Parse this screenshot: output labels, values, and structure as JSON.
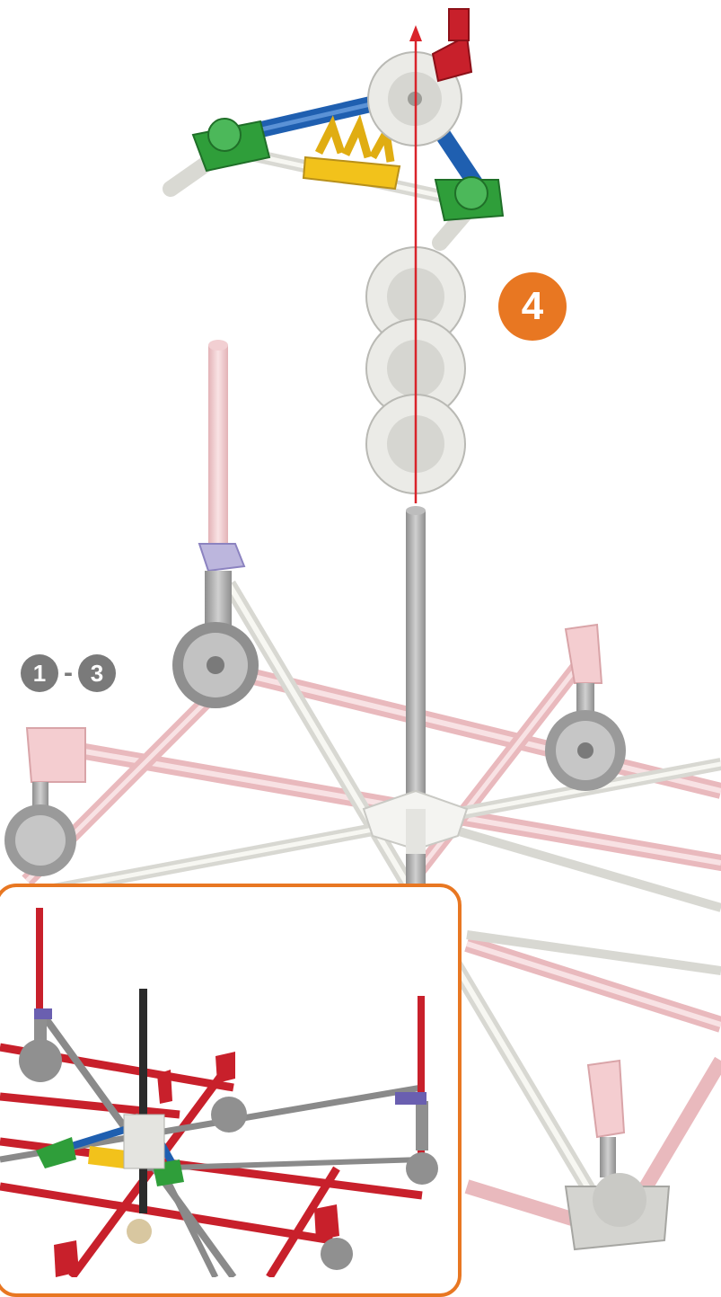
{
  "step": {
    "current_number": "4",
    "previous_range": {
      "from": "1",
      "separator": "-",
      "to": "3"
    }
  },
  "colors": {
    "accent_orange": "#e87722",
    "badge_grey": "#7a7a7a",
    "arrow_red": "#d9232a",
    "rod_pink": "#f2c9cc",
    "rod_white": "#ecece6",
    "rod_grey": "#a8a8a8",
    "rod_red": "#c8202b",
    "rod_blue": "#1f5fb0",
    "connector_green": "#2f9e3a",
    "connector_yellow": "#f2c21b",
    "connector_purple": "#7b6fb3"
  },
  "icons": {
    "arrow": "up-arrow-icon",
    "gear": "gear-connector-icon"
  }
}
